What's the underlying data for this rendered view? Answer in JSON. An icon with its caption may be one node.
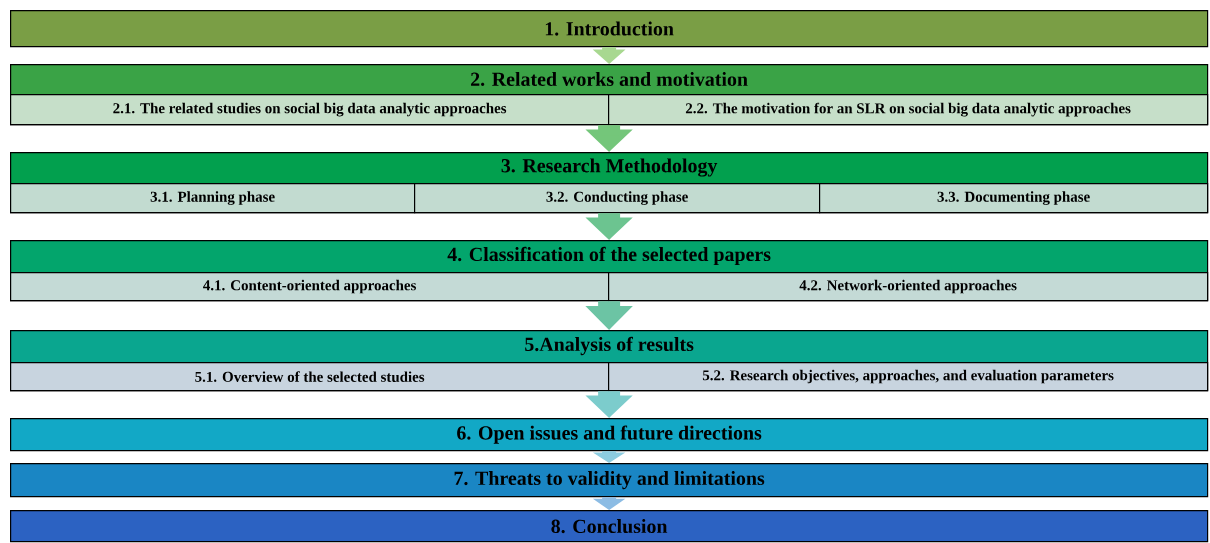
{
  "diagram": {
    "nodes": [
      {
        "text": [
          "1. Introduction"
        ]
      },
      {
        "text": [
          "2. Related works and motivation"
        ]
      },
      {
        "text": [
          "2.1. The related studies on social big data analytic approaches"
        ],
        "in": 1
      },
      {
        "text": [
          "2.2. The motivation for an SLR on social big data analytic approaches"
        ],
        "in": 1
      },
      {
        "text": [
          "3. Research Methodology"
        ]
      },
      {
        "text": [
          "3.1. Planning phase"
        ],
        "in": 4
      },
      {
        "text": [
          "3.2. Conducting phase"
        ],
        "in": 4
      },
      {
        "text": [
          "3.3. Documenting phase"
        ],
        "in": 4
      },
      {
        "text": [
          "4. Classification of the selected papers"
        ]
      },
      {
        "text": [
          "4.1. Content-oriented approaches"
        ],
        "in": 8
      },
      {
        "text": [
          "4.2. Network-oriented approaches"
        ],
        "in": 8
      },
      {
        "text": [
          "5.Analysis of results"
        ]
      },
      {
        "text": [
          "5.1. Overview of the selected studies"
        ],
        "in": 11
      },
      {
        "text": [
          "5.2. Research objectives, approaches, and evaluation parameters"
        ],
        "in": 11
      },
      {
        "text": [
          "6. Open issues and future directions"
        ]
      },
      {
        "text": [
          "7. Threats to validity and limitations"
        ]
      },
      {
        "text": [
          "8. Conclusion"
        ]
      }
    ],
    "edges": [
      {
        "from": 0,
        "to": 1,
        "arrow": "to"
      },
      {
        "from": 1,
        "to": 4,
        "arrow": "to"
      },
      {
        "from": 4,
        "to": 8,
        "arrow": "to"
      },
      {
        "from": 8,
        "to": 11,
        "arrow": "to"
      },
      {
        "from": 11,
        "to": 14,
        "arrow": "to"
      },
      {
        "from": 14,
        "to": 15,
        "arrow": "to"
      },
      {
        "from": 15,
        "to": 16,
        "arrow": "to"
      }
    ]
  }
}
